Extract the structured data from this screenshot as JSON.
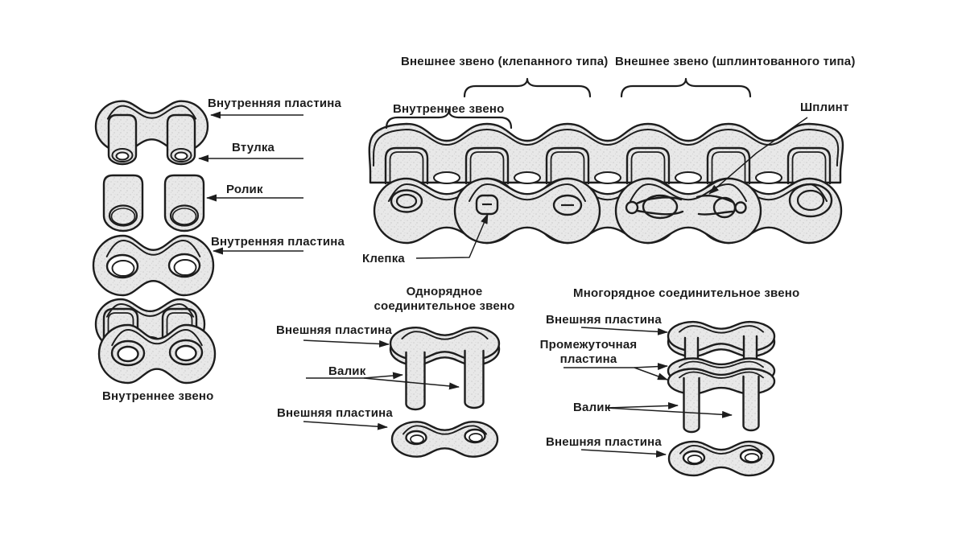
{
  "colors": {
    "ink": "#1d1d1d",
    "paper": "#ffffff",
    "metal_fill": "#e8e8e8",
    "speckle": "#c9c9c9"
  },
  "exploded_inner_link": {
    "inner_plate_top": "Внутренняя пластина",
    "bushing": "Втулка",
    "roller": "Ролик",
    "inner_plate_bottom": "Внутренняя пластина",
    "caption": "Внутреннее звено"
  },
  "chain_assembly": {
    "outer_link_riveted": "Внешнее звено (клепанного типа)",
    "outer_link_cottered": "Внешнее звено (шплинтованного типа)",
    "inner_link": "Внутреннее звено",
    "cotter_pin": "Шплинт",
    "rivet": "Клепка"
  },
  "single_row_connecting_link": {
    "title_line1": "Однорядное",
    "title_line2": "соединительное звено",
    "outer_plate_top": "Внешняя пластина",
    "pin": "Валик",
    "outer_plate_bottom": "Внешняя пластина"
  },
  "multi_row_connecting_link": {
    "title": "Многорядное соединительное звено",
    "outer_plate_top": "Внешняя пластина",
    "intermediate_plate_line1": "Промежуточная",
    "intermediate_plate_line2": "пластина",
    "pin": "Валик",
    "outer_plate_bottom": "Внешняя пластина"
  }
}
